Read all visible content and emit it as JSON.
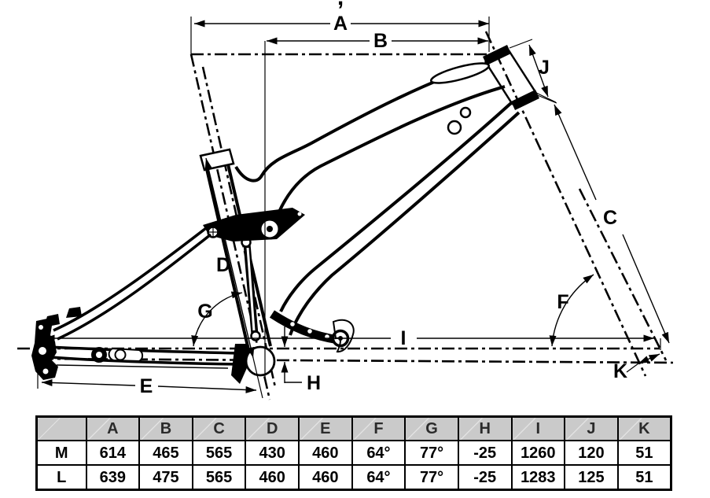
{
  "diagram": {
    "title_fragment": ",",
    "labels": {
      "A": "A",
      "B": "B",
      "C": "C",
      "D": "D",
      "E": "E",
      "F": "F",
      "G": "G",
      "H": "H",
      "I": "I",
      "J": "J",
      "K": "K"
    }
  },
  "geometry_table": {
    "corner_label": "",
    "columns": [
      "A",
      "B",
      "C",
      "D",
      "E",
      "F",
      "G",
      "H",
      "I",
      "J",
      "K"
    ],
    "rows": [
      {
        "label": "M",
        "values": [
          "614",
          "465",
          "565",
          "430",
          "460",
          "64°",
          "77°",
          "-25",
          "1260",
          "120",
          "51"
        ]
      },
      {
        "label": "L",
        "values": [
          "639",
          "475",
          "565",
          "460",
          "460",
          "64°",
          "77°",
          "-25",
          "1283",
          "125",
          "51"
        ]
      }
    ]
  },
  "colors": {
    "ink": "#000000",
    "table_header_bg": "#cacaca",
    "background": "#ffffff"
  }
}
